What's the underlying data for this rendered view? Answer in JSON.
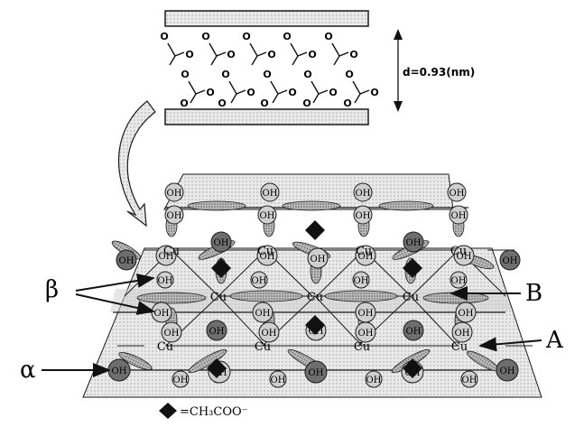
{
  "top_diagram": {
    "spacing_label": "d=0.93(nm)",
    "oxygen_symbol": "O"
  },
  "lattice": {
    "oh_label": "OH",
    "cu_label": "Cu"
  },
  "callouts": {
    "beta": "β",
    "alpha": "α",
    "b": "B",
    "a": "A"
  },
  "legend": {
    "text": "=CH₃COO⁻"
  },
  "colors": {
    "stroke": "#1a1a1a",
    "plate_fill": "#d9d9d9",
    "shade_fill": "#e6e6e6",
    "oh_light": "#cfcfcf",
    "oh_dark": "#6e6e6e",
    "acetate": "#111111",
    "petal": "#7a7a7a"
  },
  "icons": {
    "acetate_marker": "black-diamond-icon",
    "curved_arrow": "curved-arrow-icon"
  }
}
